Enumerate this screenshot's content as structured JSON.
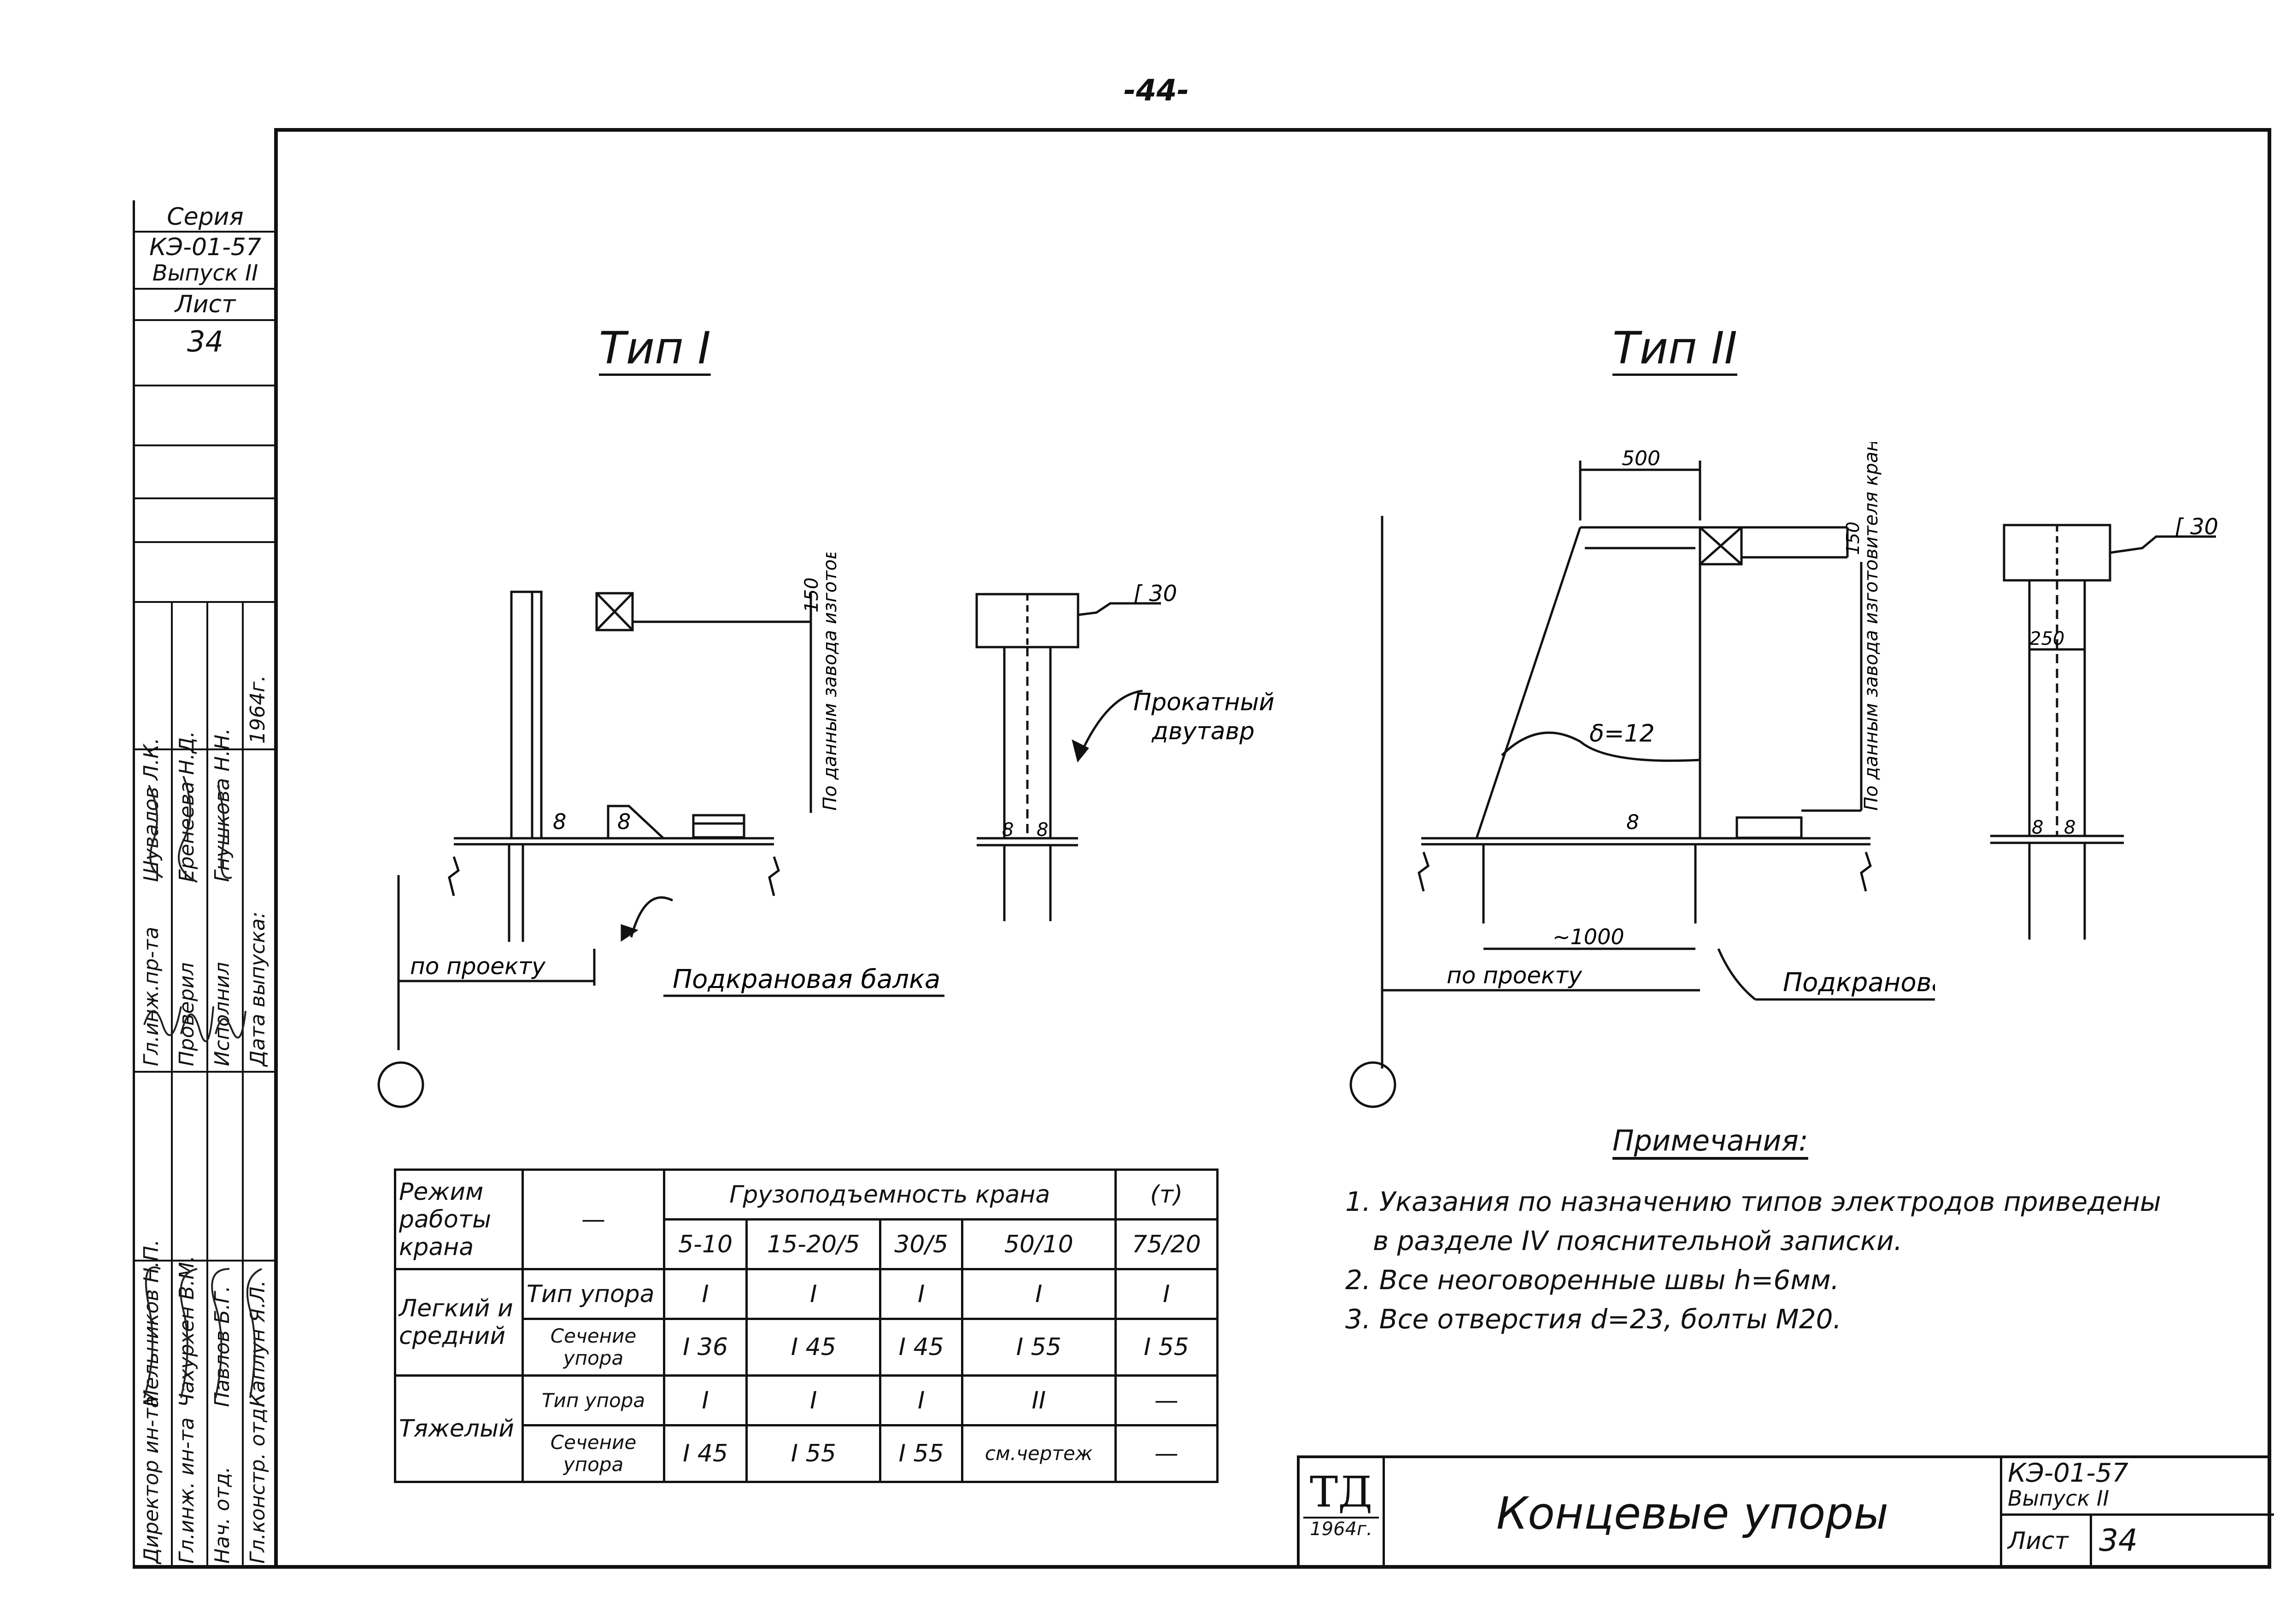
{
  "page_number": "-44-",
  "stamp": {
    "series_label": "Серия",
    "series_code": "КЭ-01-57",
    "issue": "Выпуск II",
    "sheet_label": "Лист",
    "sheet_number": "34",
    "roles": [
      "Гл.инж.пр-та",
      "Проверил",
      "Исполнил",
      "Дата выпуска:"
    ],
    "names": [
      "Шувалов Л.К.",
      "Еренеева Н.Д.",
      "Гнушкова Н.Н."
    ],
    "year": "1964г.",
    "roles_bottom": [
      "Директор ин-та",
      "Гл.инж. ин-та",
      "Нач. отд.",
      "Гл.констр. отд."
    ],
    "names_bottom": [
      "Мельников Н.П.",
      "Чахурхен В.М.",
      "Павлов Б.Г.",
      "Каплун Я.Л."
    ]
  },
  "type1": {
    "title": "Тип I",
    "weld_top": "150",
    "note_vertical": "По данным завода изготовителя кранов",
    "weld_8a": "8",
    "weld_8b": "8",
    "channel": "[ 30",
    "rolled_beam_1": "Прокатный",
    "rolled_beam_2": "двутавр",
    "by_project": "по проекту",
    "crane_beam": "Подкрановая балка"
  },
  "type2": {
    "title": "Тип II",
    "dim_500": "500",
    "dim_150": "150",
    "channel": "[ 30",
    "weld_8": "8",
    "thickness": "δ=12",
    "dim_1000": "~1000",
    "dim_250": "250",
    "note_vertical": "По данным завода изготовителя кранов",
    "by_project": "по проекту",
    "crane_beam": "Подкрановая балка"
  },
  "table": {
    "mode_header": "Режим работы крана",
    "dash": "—",
    "capacity_header": "Грузоподъемность крана",
    "unit": "(т)",
    "capacities": [
      "5-10",
      "15-20/5",
      "30/5",
      "50/10",
      "75/20"
    ],
    "rows": [
      {
        "mode": "Легкий и средний",
        "param": "Тип упора",
        "values": [
          "I",
          "I",
          "I",
          "I",
          "I"
        ]
      },
      {
        "mode": "",
        "param": "Сечение упора",
        "values": [
          "I 36",
          "I 45",
          "I 45",
          "I 55",
          "I 55"
        ]
      },
      {
        "mode": "Тяжелый",
        "param": "Тип упора",
        "values": [
          "I",
          "I",
          "I",
          "II",
          "—"
        ]
      },
      {
        "mode": "",
        "param": "Сечение упора",
        "values": [
          "I 45",
          "I 55",
          "I 55",
          "см.чертеж",
          "—"
        ]
      }
    ]
  },
  "notes": {
    "title": "Примечания:",
    "items": [
      "1. Указания по назначению типов электродов приведены",
      "в разделе IV пояснительной записки.",
      "2. Все неоговоренные швы h=6мм.",
      "3. Все отверстия d=23, болты М20."
    ]
  },
  "title_block": {
    "logo": "ТД",
    "logo_year": "1964г.",
    "title": "Концевые упоры",
    "code": "КЭ-01-57",
    "issue": "Выпуск II",
    "sheet_label": "Лист",
    "sheet_number": "34"
  }
}
